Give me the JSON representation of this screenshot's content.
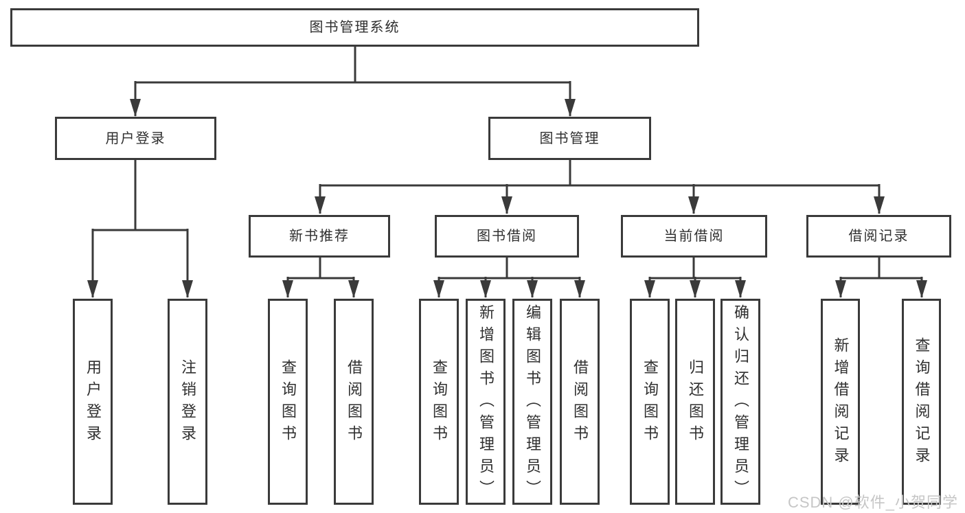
{
  "colors": {
    "line": "#3a3a3a",
    "text": "#2f2f2f",
    "watermark": "#c6c6c6",
    "background": "#ffffff"
  },
  "watermark": {
    "text": "CSDN @软件_小贺同学"
  },
  "tree": {
    "label": "图书管理系统",
    "children": [
      {
        "label": "用户登录",
        "children": [
          {
            "label": "用户登录"
          },
          {
            "label": "注销登录"
          }
        ]
      },
      {
        "label": "图书管理",
        "children": [
          {
            "label": "新书推荐",
            "children": [
              {
                "label": "查询图书"
              },
              {
                "label": "借阅图书"
              }
            ]
          },
          {
            "label": "图书借阅",
            "children": [
              {
                "label": "查询图书"
              },
              {
                "label": "新增图书（管理员）"
              },
              {
                "label": "编辑图书（管理员）"
              },
              {
                "label": "借阅图书"
              }
            ]
          },
          {
            "label": "当前借阅",
            "children": [
              {
                "label": "查询图书"
              },
              {
                "label": "归还图书"
              },
              {
                "label": "确认归还（管理员）"
              }
            ]
          },
          {
            "label": "借阅记录",
            "children": [
              {
                "label": "新增借阅记录"
              },
              {
                "label": "查询借阅记录"
              }
            ]
          }
        ]
      }
    ]
  }
}
